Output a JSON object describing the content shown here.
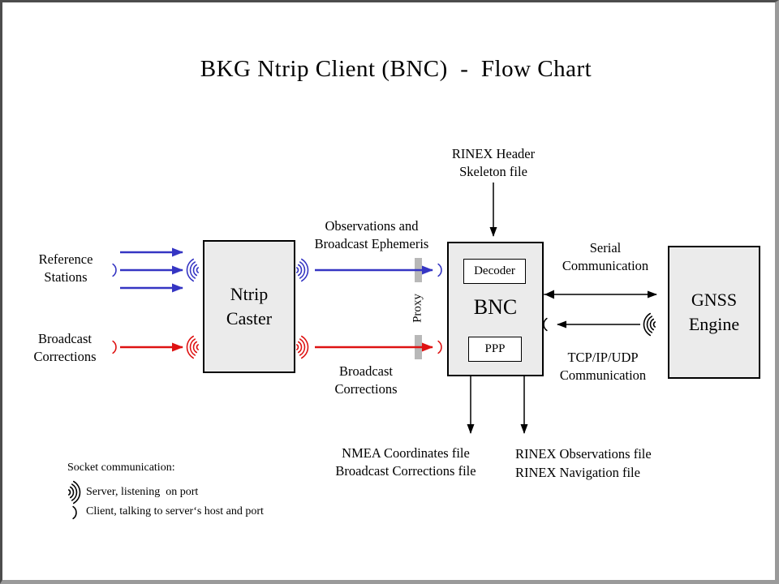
{
  "title": "BKG Ntrip Client (BNC)  -  Flow Chart",
  "nodes": {
    "ntrip_caster": {
      "line1": "Ntrip",
      "line2": "Caster"
    },
    "bnc": {
      "label": "BNC",
      "decoder": "Decoder",
      "ppp": "PPP"
    },
    "gnss_engine": {
      "line1": "GNSS",
      "line2": "Engine"
    },
    "proxy": {
      "label": "Proxy"
    }
  },
  "labels": {
    "rinex_header": {
      "line1": "RINEX Header",
      "line2": "Skeleton file"
    },
    "observations": {
      "line1": "Observations and",
      "line2": "Broadcast Ephemeris"
    },
    "reference_stations": {
      "line1": "Reference",
      "line2": "Stations"
    },
    "broadcast_corrections_left": {
      "line1": "Broadcast",
      "line2": "Corrections"
    },
    "broadcast_corrections_mid": {
      "line1": "Broadcast",
      "line2": "Corrections"
    },
    "serial": {
      "line1": "Serial",
      "line2": "Communication"
    },
    "tcpip": {
      "line1": "TCP/IP/UDP",
      "line2": "Communication"
    },
    "nmea_out": {
      "line1": "NMEA Coordinates file",
      "line2": "Broadcast Corrections file"
    },
    "rinex_out": {
      "line1": "RINEX Observations file",
      "line2": "RINEX Navigation file"
    }
  },
  "legend": {
    "title": "Socket communication:",
    "server": "Server, listening  on port",
    "client": "Client, talking to server‘s host and port"
  },
  "colors": {
    "arrow_blue": "#3535c3",
    "arrow_red": "#de1212",
    "arrow_black": "#000000",
    "box_fill": "#ebebeb",
    "proxy_bar": "#b8b8b8",
    "frame_dark": "#4d4d4d",
    "frame_light": "#9a9a9a"
  }
}
